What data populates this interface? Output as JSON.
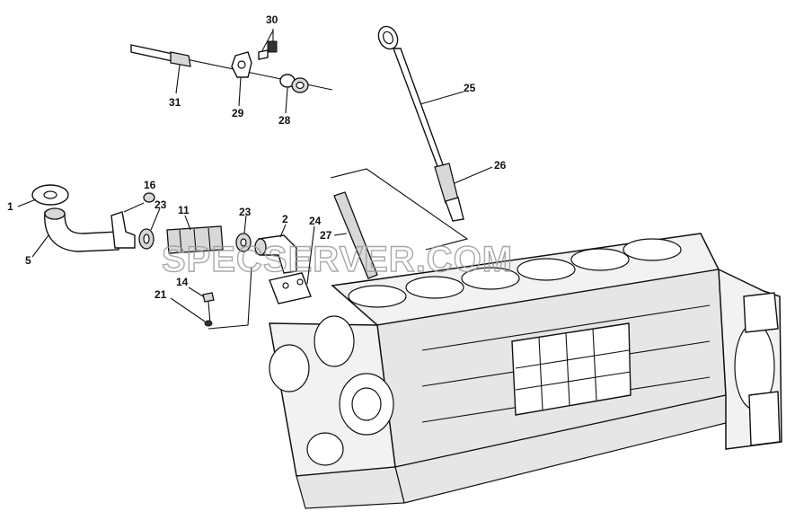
{
  "diagram": {
    "watermark": "SPECSERVER.COM",
    "callouts": [
      {
        "id": "c1",
        "text": "1"
      },
      {
        "id": "c2",
        "text": "2"
      },
      {
        "id": "c5",
        "text": "5"
      },
      {
        "id": "c11",
        "text": "11"
      },
      {
        "id": "c14",
        "text": "14"
      },
      {
        "id": "c16",
        "text": "16"
      },
      {
        "id": "c21",
        "text": "21"
      },
      {
        "id": "c23a",
        "text": "23"
      },
      {
        "id": "c23b",
        "text": "23"
      },
      {
        "id": "c24",
        "text": "24"
      },
      {
        "id": "c25",
        "text": "25"
      },
      {
        "id": "c26",
        "text": "26"
      },
      {
        "id": "c27",
        "text": "27"
      },
      {
        "id": "c28",
        "text": "28"
      },
      {
        "id": "c29",
        "text": "29"
      },
      {
        "id": "c30",
        "text": "30"
      },
      {
        "id": "c31",
        "text": "31"
      }
    ]
  }
}
